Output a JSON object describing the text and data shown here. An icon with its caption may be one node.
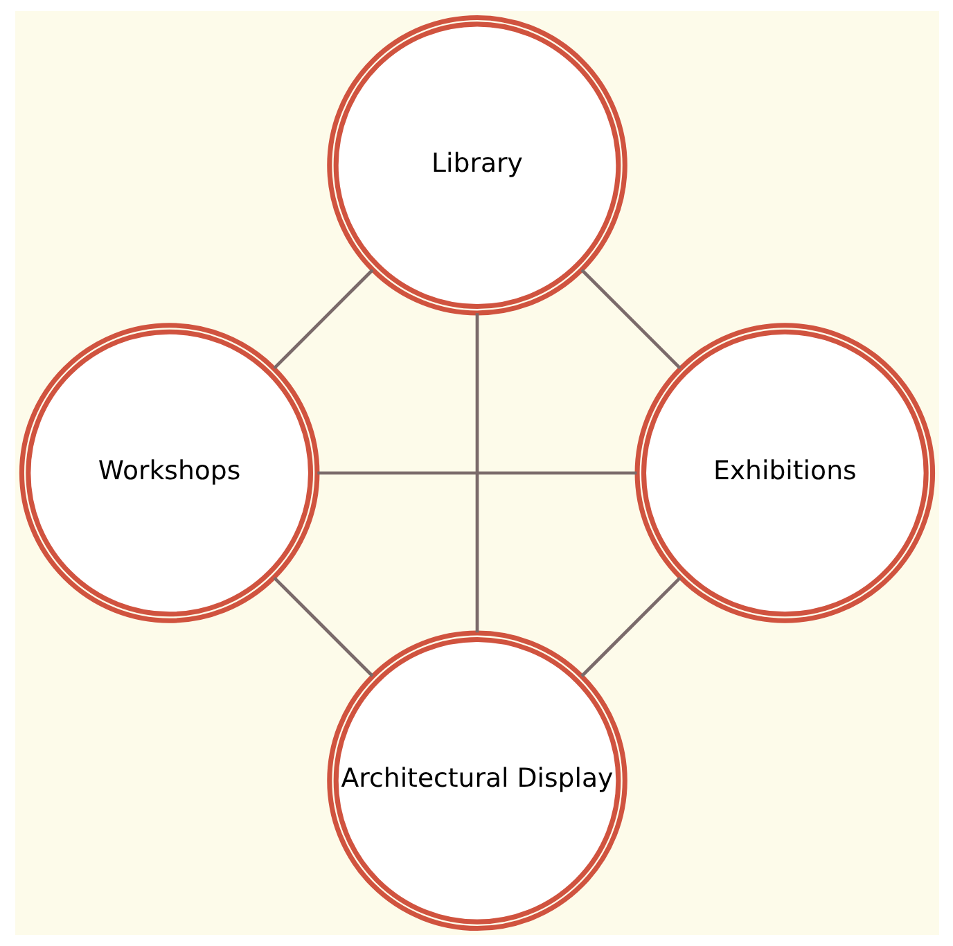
{
  "diagram": {
    "nodes": [
      {
        "text": [
          "Architectural Display"
        ]
      },
      {
        "text": [
          "Exhibitions"
        ]
      },
      {
        "text": [
          "Library"
        ]
      },
      {
        "text": [
          "Workshops"
        ]
      }
    ],
    "edges": [
      {
        "from": 0,
        "to": 1,
        "arrow": "none"
      },
      {
        "from": 0,
        "to": 2,
        "arrow": "none"
      },
      {
        "from": 0,
        "to": 3,
        "arrow": "none"
      },
      {
        "from": 2,
        "to": 1,
        "arrow": "none"
      },
      {
        "from": 2,
        "to": 3,
        "arrow": "none"
      },
      {
        "from": 1,
        "to": 3,
        "arrow": "none"
      }
    ]
  }
}
